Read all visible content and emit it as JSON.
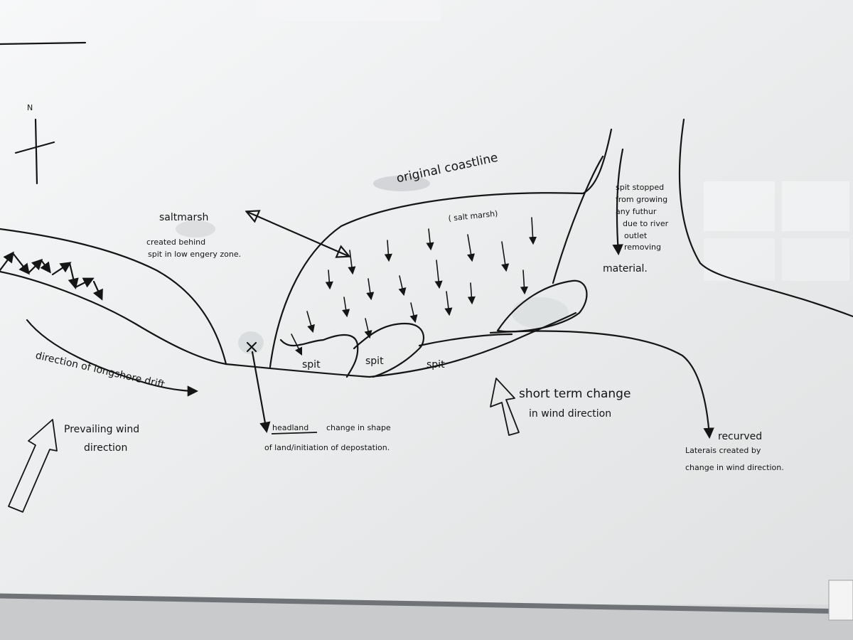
{
  "compass": {
    "north": "N"
  },
  "labels": {
    "original_coastline": "original coastline",
    "salt_marsh_label": "saltmarsh",
    "salt_marsh_note_line1": "created behind",
    "salt_marsh_note_line2": "spit in low engery zone.",
    "salt_marsh_inner": "( salt marsh)",
    "spit_stopped_line1": "spit stopped",
    "spit_stopped_line2": "from growing",
    "spit_stopped_line3": "any futhur",
    "spit_stopped_line4": "due to river",
    "spit_stopped_line5": "outlet",
    "spit_stopped_line6": "removing",
    "spit_stopped_line7": "material.",
    "spit_1": "spit",
    "spit_2": "spit",
    "spit_3": "spit",
    "longshore": "direction of longshore drift",
    "prevailing_line1": "Prevailing wind",
    "prevailing_line2": "direction",
    "headland_word": "headland",
    "headland_line1": "change in shape",
    "headland_line2": "of land/initiation of depostation.",
    "short_term_line1": "short term change",
    "short_term_line2": "in wind direction",
    "recurved_line1": "recurved",
    "recurved_line2": "Laterais created by",
    "recurved_line3": "change in wind direction."
  },
  "colors": {
    "board": "#eceeef",
    "ink": "#151515",
    "frame": "#7c7f83"
  }
}
